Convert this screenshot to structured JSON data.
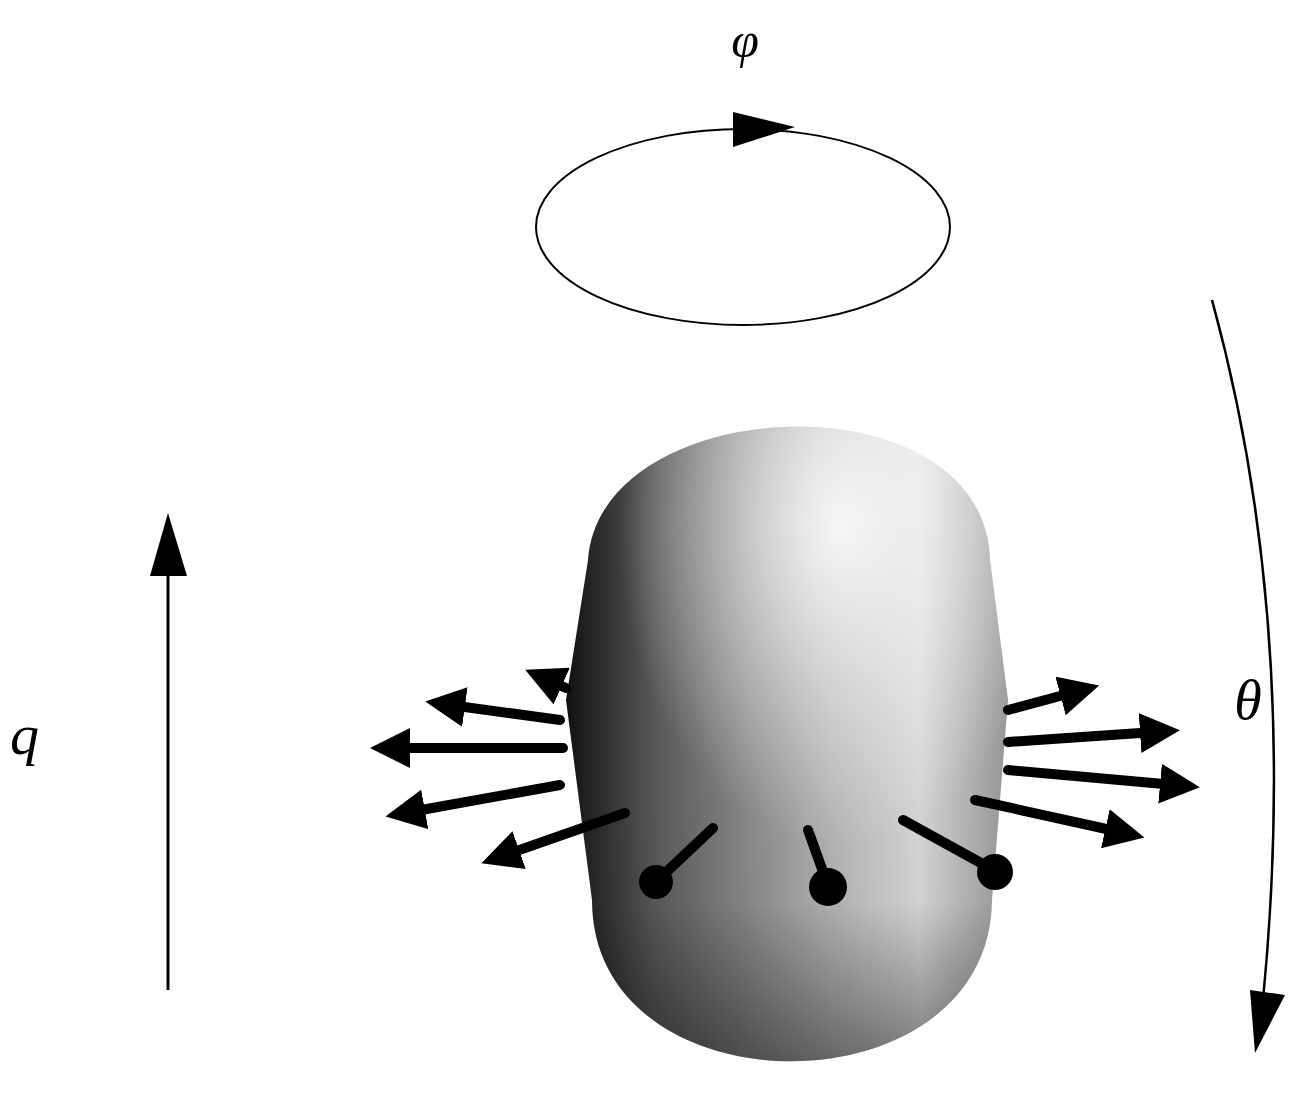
{
  "diagram": {
    "labels": [
      "φ",
      "q⃗",
      "θ"
    ]
  }
}
